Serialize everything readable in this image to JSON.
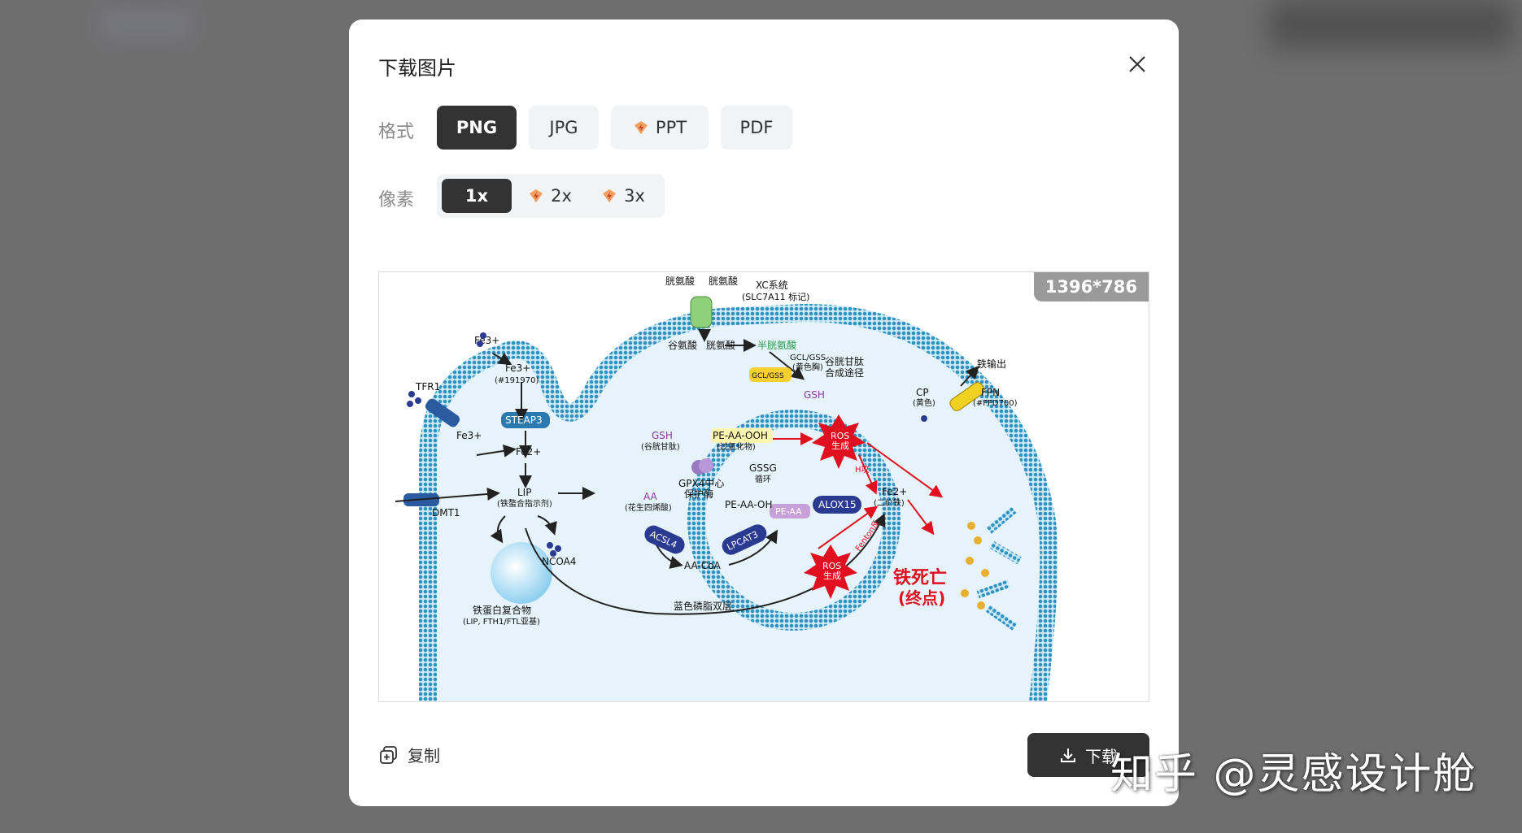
{
  "dialog": {
    "title": "下载图片",
    "format_label": "格式",
    "formats": [
      "PNG",
      "JPG",
      "PPT",
      "PDF"
    ],
    "pixel_label": "像素",
    "pixels": [
      "1x",
      "2x",
      "3x"
    ]
  },
  "preview": {
    "size_badge": "1396*786",
    "diagram": {
      "cystine_left": "胱氨酸",
      "cystine_right": "胱氨酸",
      "xc_system": "XC系统",
      "xc_system_note": "(SLC7A11 标记)",
      "glutamate": "谷氨酸",
      "cystine_bottom": "胱氨酸",
      "cysteine": "半胱氨酸",
      "gcl_gss_badge": "GCL/GSS",
      "gcl_gss_note": "GCL/GSS",
      "gcl_gss_note2": "(黄色胸)",
      "gsh_pathway_1": "谷胱甘肽",
      "gsh_pathway_2": "合成途径",
      "gsh_top": "GSH",
      "fe3_top": "Fe3+",
      "fe3_mid": "Fe3+",
      "fe3_mid_note": "(#191970)",
      "tfr1": "TFR1",
      "steap3": "STEAP3",
      "fe3_left": "Fe3+",
      "fe2_mid": "Fe2+",
      "lip": "LIP",
      "lip_note": "(铁螯合指示剂)",
      "dmt1": "DMT1",
      "ncoa4": "NCOA4",
      "ferritin_1": "铁蛋白复合物",
      "ferritin_2": "(LIP, FTH1/FTL亚基)",
      "gsh_inner": "GSH",
      "gsh_inner_note": "(谷胱甘肽)",
      "pe_aa_ooh": "PE-AA-OOH",
      "pe_aa_ooh_note": "(过氧化物)",
      "gssg": "GSSG",
      "gssg_note": "循环",
      "gpx4": "GPX4中心",
      "gpx4_note": "保护酶",
      "aa": "AA",
      "aa_note": "(花生四烯酸)",
      "pe_aa_oh": "PE-AA-OH",
      "pe_aa": "PE-AA",
      "alox15": "ALOX15",
      "acsl4": "ACSL4",
      "lpcat3": "LPCAT3",
      "aa_coa": "AA-CoA",
      "bilayer": "蓝色磷脂双层",
      "ros_top_1": "ROS",
      "ros_top_2": "生成",
      "ros_bottom_1": "ROS",
      "ros_bottom_2": "生成",
      "h_label": "H攻",
      "fenton": "Fenton反",
      "fe2_right": "Fe2+",
      "fe2_right_note": "(二价铁)",
      "iron_export": "铁输出",
      "cp": "CP",
      "cp_note": "(黄色)",
      "fpn": "FPN",
      "fpn_note": "(#FFD700)",
      "ferroptosis_1": "铁死亡",
      "ferroptosis_2": "(终点)"
    }
  },
  "actions": {
    "copy": "复制",
    "download": "下载"
  },
  "watermark": "知乎 @灵感设计舱",
  "colors": {
    "active_bg": "#333333",
    "inactive_bg": "#f2f3f5",
    "membrane": "#3aa0c8",
    "ros": "#e01020",
    "vip_badge": "#f0a060"
  }
}
